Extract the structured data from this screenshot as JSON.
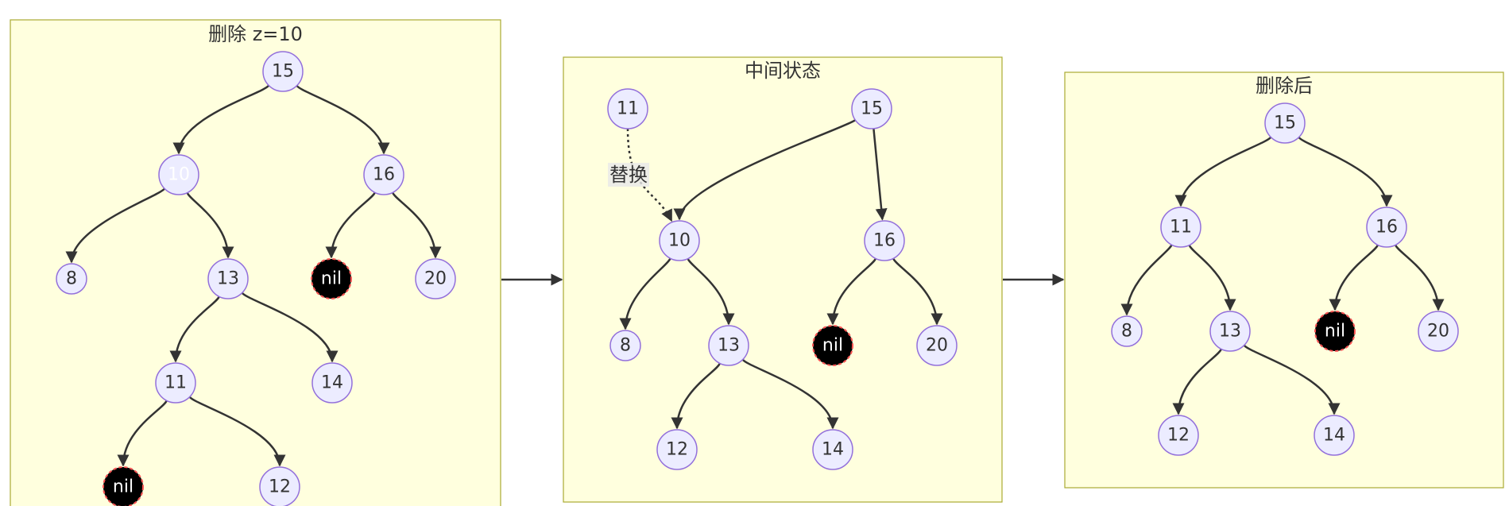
{
  "colors": {
    "panel_fill": "#ffffde",
    "panel_border": "#aaaa33",
    "node_fill": "#ececff",
    "node_border": "#9370db",
    "highlight_fill": "#00ff00",
    "nil_fill": "#000000",
    "nil_border": "#ff5555",
    "edge": "#333333"
  },
  "panels": [
    {
      "id": "delete",
      "title": "删除 z=10",
      "nodes": [
        {
          "id": "d15",
          "label": "15"
        },
        {
          "id": "d10",
          "label": "10",
          "style": "highlight"
        },
        {
          "id": "d16",
          "label": "16"
        },
        {
          "id": "d8",
          "label": "8"
        },
        {
          "id": "d13",
          "label": "13"
        },
        {
          "id": "dnil1",
          "label": "nil",
          "style": "nil"
        },
        {
          "id": "d20",
          "label": "20"
        },
        {
          "id": "d11",
          "label": "11"
        },
        {
          "id": "d14",
          "label": "14"
        },
        {
          "id": "dnil2",
          "label": "nil",
          "style": "nil"
        },
        {
          "id": "d12",
          "label": "12"
        }
      ],
      "edges": [
        {
          "from": "d15",
          "to": "d10"
        },
        {
          "from": "d15",
          "to": "d16"
        },
        {
          "from": "d10",
          "to": "d8"
        },
        {
          "from": "d10",
          "to": "d13"
        },
        {
          "from": "d16",
          "to": "dnil1"
        },
        {
          "from": "d16",
          "to": "d20"
        },
        {
          "from": "d13",
          "to": "d11"
        },
        {
          "from": "d13",
          "to": "d14"
        },
        {
          "from": "d11",
          "to": "dnil2"
        },
        {
          "from": "d11",
          "to": "d12"
        }
      ]
    },
    {
      "id": "middle",
      "title": "中间状态",
      "nodes": [
        {
          "id": "m11",
          "label": "11"
        },
        {
          "id": "m15",
          "label": "15"
        },
        {
          "id": "m10",
          "label": "10"
        },
        {
          "id": "m16",
          "label": "16"
        },
        {
          "id": "m8",
          "label": "8"
        },
        {
          "id": "m13",
          "label": "13"
        },
        {
          "id": "mnil",
          "label": "nil",
          "style": "nil"
        },
        {
          "id": "m20",
          "label": "20"
        },
        {
          "id": "m12",
          "label": "12"
        },
        {
          "id": "m14",
          "label": "14"
        }
      ],
      "edges": [
        {
          "from": "m11",
          "to": "m10",
          "style": "dotted",
          "label": "替换"
        },
        {
          "from": "m15",
          "to": "m10"
        },
        {
          "from": "m15",
          "to": "m16"
        },
        {
          "from": "m10",
          "to": "m8"
        },
        {
          "from": "m10",
          "to": "m13"
        },
        {
          "from": "m16",
          "to": "mnil"
        },
        {
          "from": "m16",
          "to": "m20"
        },
        {
          "from": "m13",
          "to": "m12"
        },
        {
          "from": "m13",
          "to": "m14"
        }
      ]
    },
    {
      "id": "after",
      "title": "删除后",
      "nodes": [
        {
          "id": "a15",
          "label": "15"
        },
        {
          "id": "a11",
          "label": "11"
        },
        {
          "id": "a16",
          "label": "16"
        },
        {
          "id": "a8",
          "label": "8"
        },
        {
          "id": "a13",
          "label": "13"
        },
        {
          "id": "anil",
          "label": "nil",
          "style": "nil"
        },
        {
          "id": "a20",
          "label": "20"
        },
        {
          "id": "a12",
          "label": "12"
        },
        {
          "id": "a14",
          "label": "14"
        }
      ],
      "edges": [
        {
          "from": "a15",
          "to": "a11"
        },
        {
          "from": "a15",
          "to": "a16"
        },
        {
          "from": "a11",
          "to": "a8"
        },
        {
          "from": "a11",
          "to": "a13"
        },
        {
          "from": "a16",
          "to": "anil"
        },
        {
          "from": "a16",
          "to": "a20"
        },
        {
          "from": "a13",
          "to": "a12"
        },
        {
          "from": "a13",
          "to": "a14"
        }
      ]
    }
  ],
  "flow": [
    {
      "from": "delete",
      "to": "middle"
    },
    {
      "from": "middle",
      "to": "after"
    }
  ]
}
